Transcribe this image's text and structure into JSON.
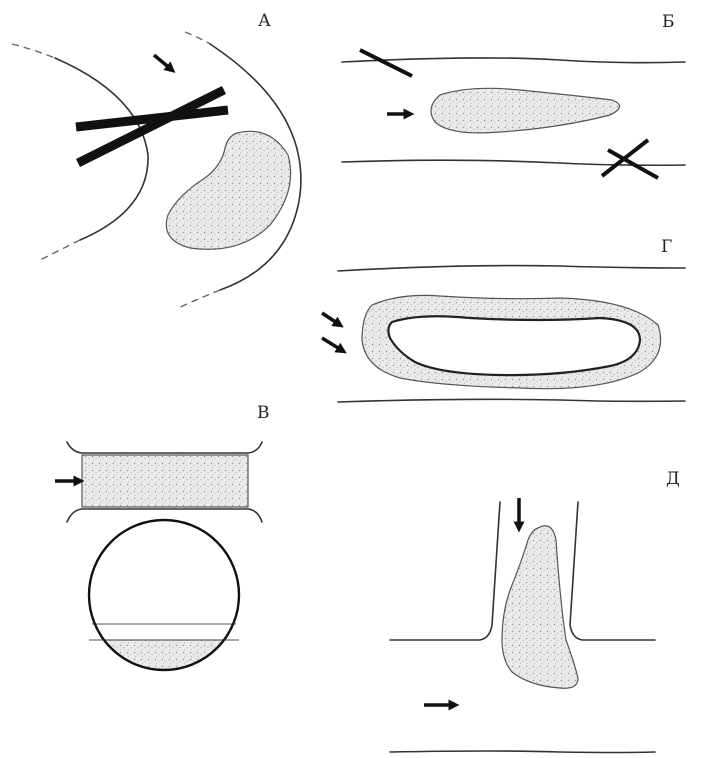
{
  "panels": {
    "a": {
      "label": "А"
    },
    "b": {
      "label": "Б"
    },
    "v": {
      "label": "В"
    },
    "g": {
      "label": "Г"
    },
    "d": {
      "label": "Д"
    }
  },
  "icons": {
    "arrow": "arrow-icon",
    "clamp": "clamp-icon"
  },
  "colors": {
    "ink": "#111111",
    "vessel_wall": "#333333",
    "thrombus_fill": "#e9e9e9",
    "background": "#ffffff"
  }
}
